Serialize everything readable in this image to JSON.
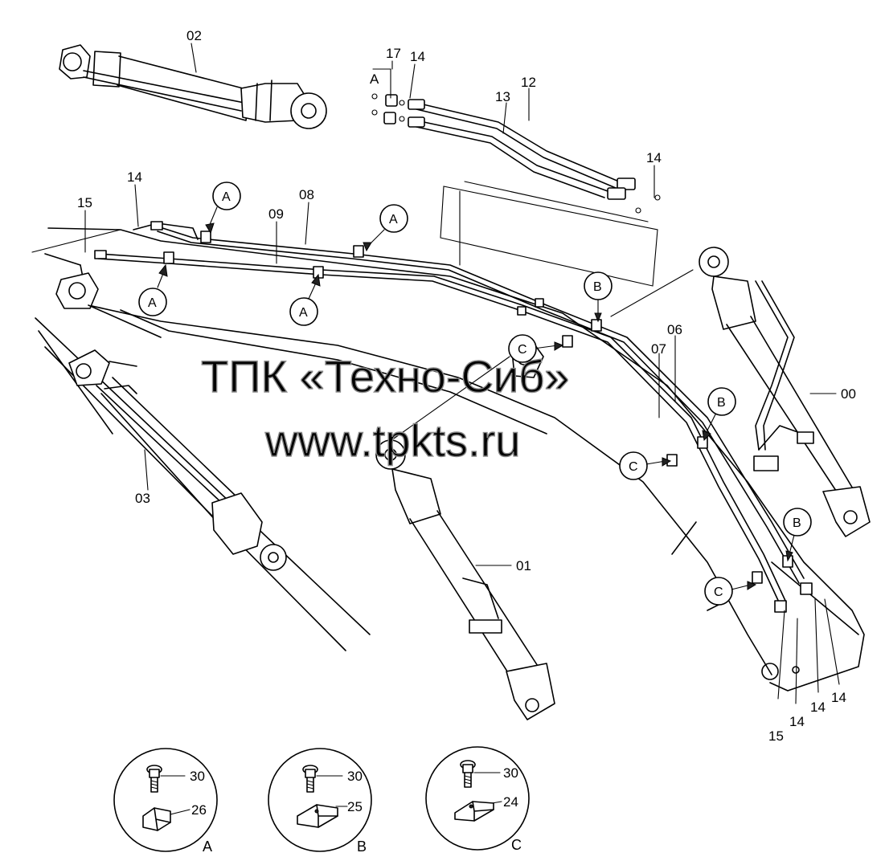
{
  "watermark": {
    "line1": "ТПК «Техно-Сиб»",
    "line2": "www.tpkts.ru"
  },
  "part_labels": [
    "02",
    "17",
    "14",
    "A",
    "12",
    "13",
    "14",
    "14",
    "15",
    "08",
    "09",
    "00",
    "06",
    "07",
    "03",
    "01",
    "15",
    "14",
    "14",
    "14"
  ],
  "callouts": [
    "A",
    "A",
    "A",
    "A",
    "B",
    "B",
    "B",
    "C",
    "C",
    "C"
  ],
  "details": [
    {
      "letter": "A",
      "bolt_no": "30",
      "clamp_no": "26"
    },
    {
      "letter": "B",
      "bolt_no": "30",
      "clamp_no": "25"
    },
    {
      "letter": "C",
      "bolt_no": "30",
      "clamp_no": "24"
    }
  ]
}
